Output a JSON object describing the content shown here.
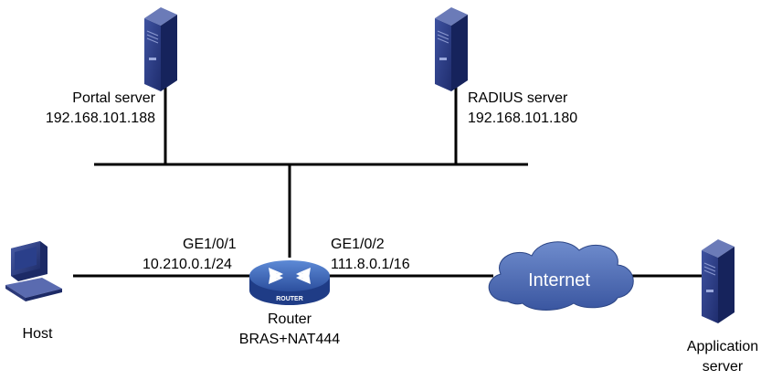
{
  "nodes": {
    "portal_server": {
      "name": "Portal server",
      "ip": "192.168.101.188",
      "icon": "server-tower-icon"
    },
    "radius_server": {
      "name": "RADIUS server",
      "ip": "192.168.101.180",
      "icon": "server-tower-icon"
    },
    "host": {
      "name": "Host",
      "icon": "desktop-computer-icon"
    },
    "router": {
      "name": "Router",
      "role": "BRAS+NAT444",
      "badge": "ROUTER",
      "icon": "router-icon"
    },
    "internet": {
      "name": "Internet",
      "icon": "cloud-icon"
    },
    "application_server": {
      "name_line1": "Application",
      "name_line2": "server",
      "icon": "server-tower-icon"
    }
  },
  "interfaces": {
    "ge1": {
      "name": "GE1/0/1",
      "ip": "10.210.0.1/24"
    },
    "ge2": {
      "name": "GE1/0/2",
      "ip": "111.8.0.1/16"
    }
  },
  "colors": {
    "server_front": "#2e3f82",
    "server_side": "#16235c",
    "server_top": "#5a6aa8",
    "router_body": "#2a4a9a",
    "router_top": "#4e7fd0",
    "cloud_fill": "#4a6bb5",
    "link": "#000000"
  }
}
